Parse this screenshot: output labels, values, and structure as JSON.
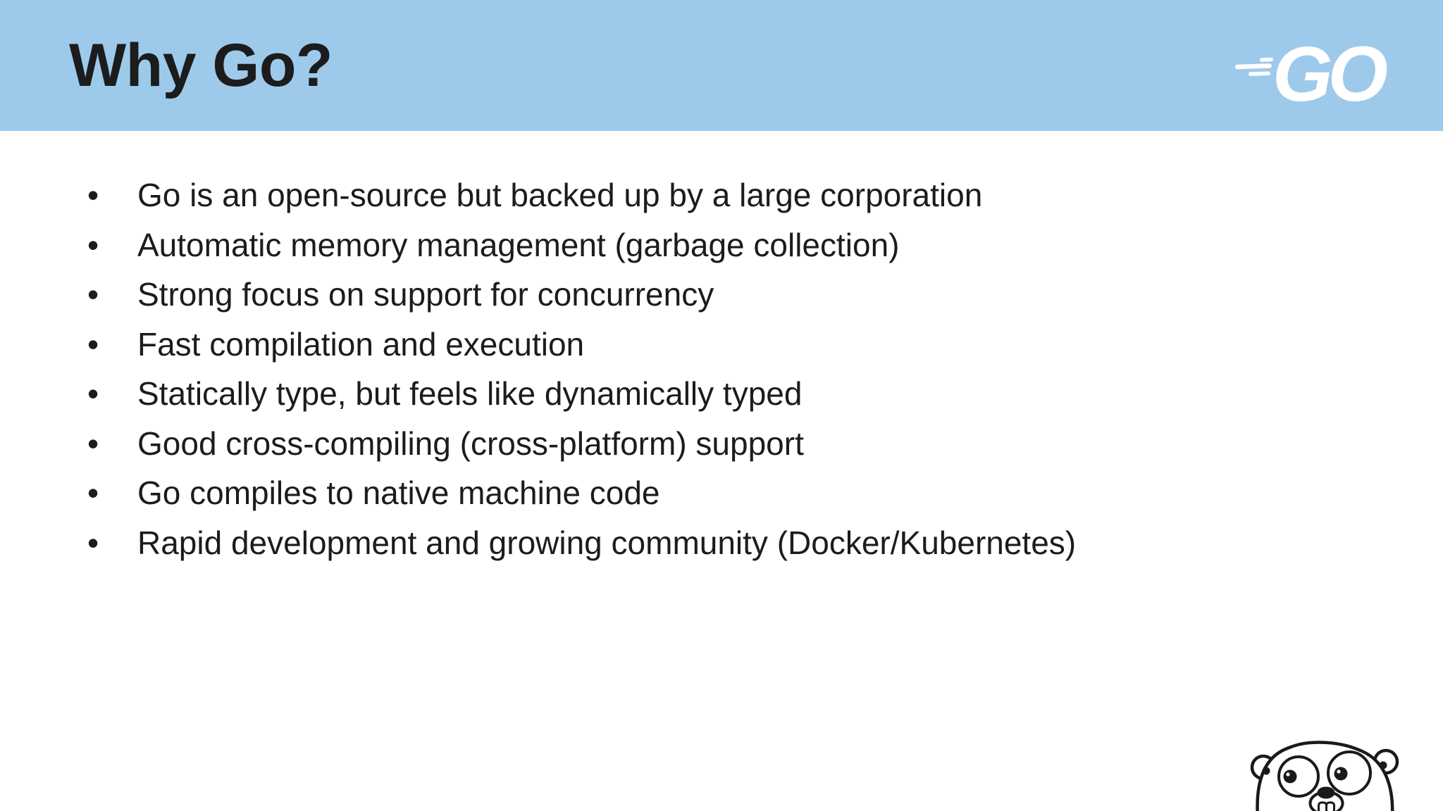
{
  "colors": {
    "header_background": "#9DCAEB",
    "text": "#1C1C1C",
    "logo": "#FFFFFF"
  },
  "header": {
    "title": "Why Go?"
  },
  "logo": {
    "text": "GO"
  },
  "bullets": {
    "marker": "•",
    "items": [
      "Go is an open-source but backed up by a large corporation",
      "Automatic memory management (garbage collection)",
      "Strong focus on support for concurrency",
      "Fast compilation and execution",
      "Statically type, but feels like dynamically typed",
      "Good cross-compiling (cross-platform) support",
      "Go compiles to native machine code",
      "Rapid development and growing community (Docker/Kubernetes)"
    ]
  },
  "mascot": {
    "name": "go-gopher"
  }
}
